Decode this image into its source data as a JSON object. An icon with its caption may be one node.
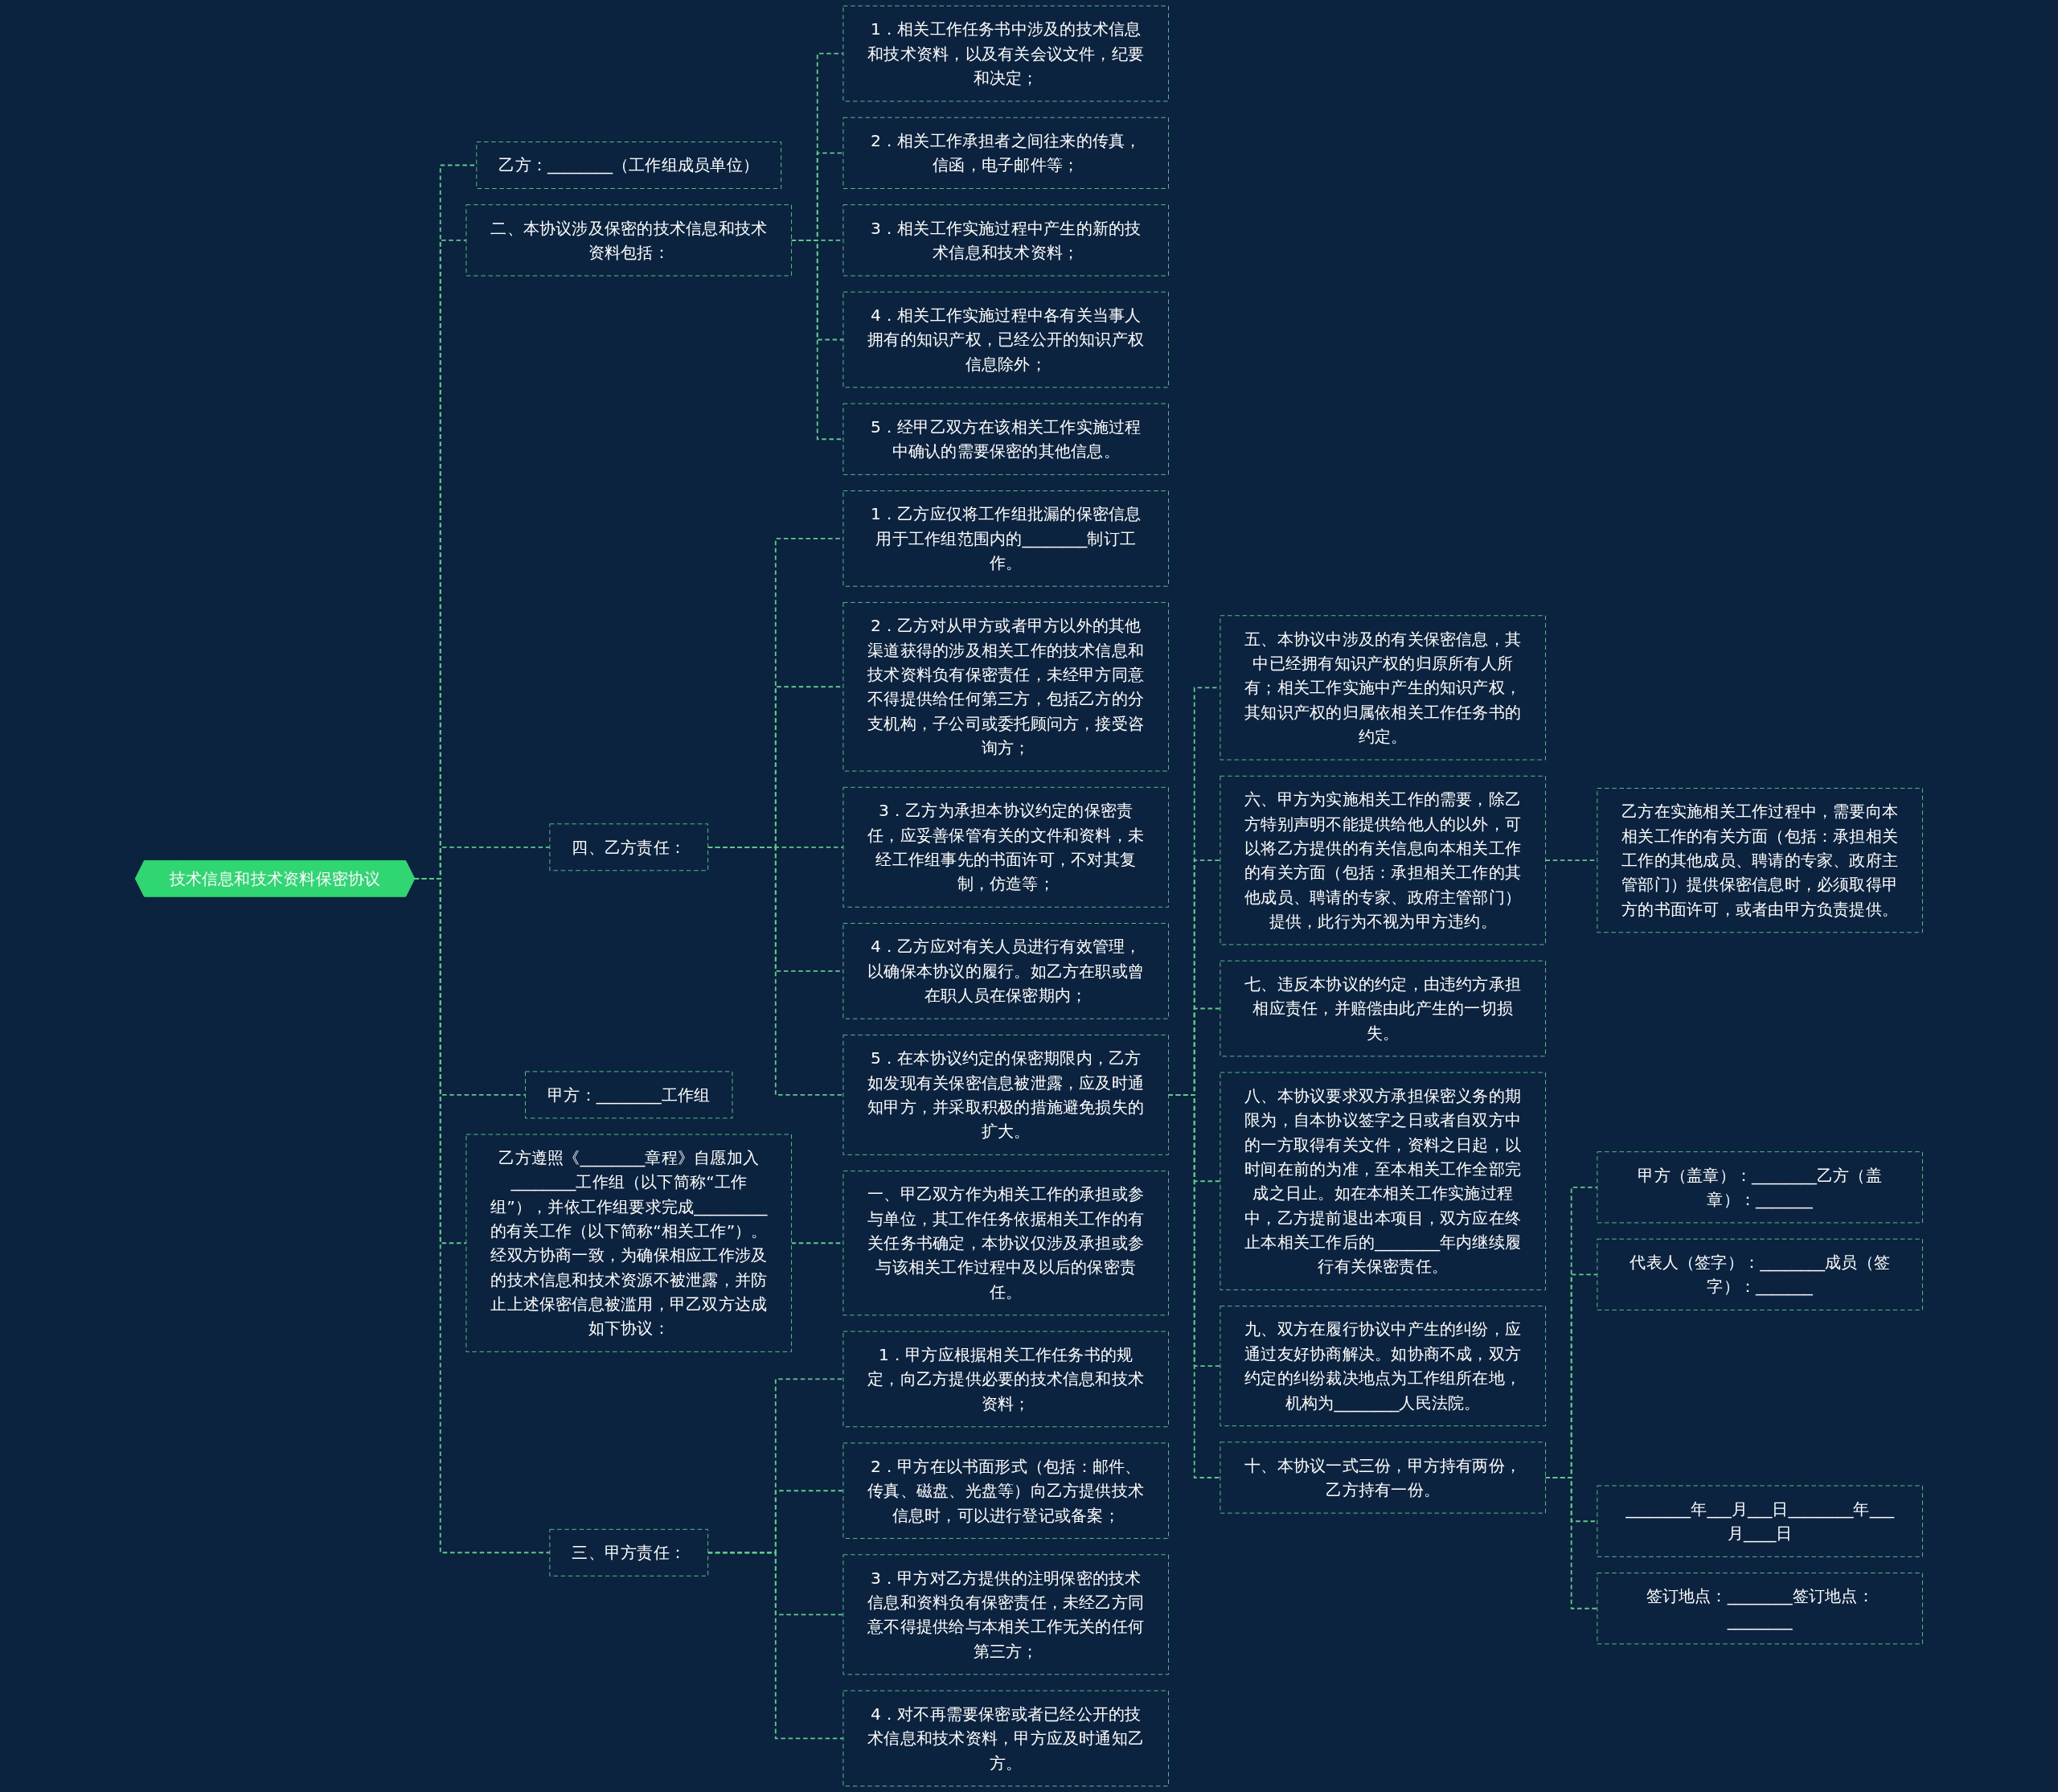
{
  "diagram": {
    "nodes": [
      {
        "text": [
          "技术信息和技术资料保密协议"
        ]
      },
      {
        "text": [
          "乙方：________（工作组成员单位）"
        ]
      },
      {
        "text": [
          "二、本协议涉及保密的技术信息和技术资料包括："
        ]
      },
      {
        "text": [
          "1．相关工作任务书中涉及的技术信息和技术资料，以及有关会议文件，纪要和决定；"
        ]
      },
      {
        "text": [
          "2．相关工作承担者之间往来的传真，信函，电子邮件等；"
        ]
      },
      {
        "text": [
          "3．相关工作实施过程中产生的新的技术信息和技术资料；"
        ]
      },
      {
        "text": [
          "4．相关工作实施过程中各有关当事人拥有的知识产权，已经公开的知识产权信息除外；"
        ]
      },
      {
        "text": [
          "5．经甲乙双方在该相关工作实施过程中确认的需要保密的其他信息。"
        ]
      },
      {
        "text": [
          "四、乙方责任："
        ]
      },
      {
        "text": [
          "1．乙方应仅将工作组批漏的保密信息用于工作组范围内的________制订工作。"
        ]
      },
      {
        "text": [
          "2．乙方对从甲方或者甲方以外的其他渠道获得的涉及相关工作的技术信息和技术资料负有保密责任，未经甲方同意不得提供给任何第三方，包括乙方的分支机构，子公司或委托顾问方，接受咨询方；"
        ]
      },
      {
        "text": [
          "3．乙方为承担本协议约定的保密责任，应妥善保管有关的文件和资料，未经工作组事先的书面许可，不对其复制，仿造等；"
        ]
      },
      {
        "text": [
          "4．乙方应对有关人员进行有效管理，以确保本协议的履行。如乙方在职或曾在职人员在保密期内；"
        ]
      },
      {
        "text": [
          "5．在本协议约定的保密期限内，乙方如发现有关保密信息被泄露，应及时通知甲方，并采取积极的措施避免损失的扩大。"
        ]
      },
      {
        "text": [
          "五、本协议中涉及的有关保密信息，其中已经拥有知识产权的归原所有人所有；相关工作实施中产生的知识产权，其知识产权的归属依相关工作任务书的约定。"
        ]
      },
      {
        "text": [
          "六、甲方为实施相关工作的需要，除乙方特别声明不能提供给他人的以外，可以将乙方提供的有关信息向本相关工作的有关方面（包括：承担相关工作的其他成员、聘请的专家、政府主管部门）提供，此行为不视为甲方违约。"
        ]
      },
      {
        "text": [
          "乙方在实施相关工作过程中，需要向本相关工作的有关方面（包括：承担相关工作的其他成员、聘请的专家、政府主管部门）提供保密信息时，必须取得甲方的书面许可，或者由甲方负责提供。"
        ]
      },
      {
        "text": [
          "七、违反本协议的约定，由违约方承担相应责任，并赔偿由此产生的一切损失。"
        ]
      },
      {
        "text": [
          "八、本协议要求双方承担保密义务的期限为，自本协议签字之日或者自双方中的一方取得有关文件，资料之日起，以时间在前的为准，至本相关工作全部完成之日止。如在本相关工作实施过程中，乙方提前退出本项目，双方应在终止本相关工作后的________年内继续履行有关保密责任。"
        ]
      },
      {
        "text": [
          "九、双方在履行协议中产生的纠纷，应通过友好协商解决。如协商不成，双方约定的纠纷裁决地点为工作组所在地，机构为________人民法院。"
        ]
      },
      {
        "text": [
          "十、本协议一式三份，甲方持有两份，乙方持有一份。"
        ]
      },
      {
        "text": [
          "甲方（盖章）：________乙方（盖章）：_______"
        ]
      },
      {
        "text": [
          "代表人（签字）：________成员（签字）：_______"
        ]
      },
      {
        "text": [
          "________年___月___日________年___月____日"
        ]
      },
      {
        "text": [
          "签订地点：________签订地点：________"
        ]
      },
      {
        "text": [
          "甲方：________工作组"
        ]
      },
      {
        "text": [
          "乙方遵照《________章程》自愿加入________工作组（以下简称“工作组”），并依工作组要求完成_________的有关工作（以下简称“相关工作”）。经双方协商一致，为确保相应工作涉及的技术信息和技术资源不被泄露，并防止上述保密信息被滥用，甲乙双方达成如下协议："
        ]
      },
      {
        "text": [
          "一、甲乙双方作为相关工作的承担或参与单位，其工作任务依据相关工作的有关任务书确定，本协议仅涉及承担或参与该相关工作过程中及以后的保密责任。"
        ]
      },
      {
        "text": [
          "三、甲方责任："
        ]
      },
      {
        "text": [
          "1．甲方应根据相关工作任务书的规定，向乙方提供必要的技术信息和技术资料；"
        ]
      },
      {
        "text": [
          "2．甲方在以书面形式（包括：邮件、传真、磁盘、光盘等）向乙方提供技术信息时，可以进行登记或备案；"
        ]
      },
      {
        "text": [
          "3．甲方对乙方提供的注明保密的技术信息和资料负有保密责任，未经乙方同意不得提供给与本相关工作无关的任何第三方；"
        ]
      },
      {
        "text": [
          "4．对不再需要保密或者已经公开的技术信息和技术资料，甲方应及时通知乙方。"
        ]
      }
    ],
    "edges": [
      {
        "from": 0,
        "to": 1,
        "arrow": "none",
        "style": "dashed"
      },
      {
        "from": 0,
        "to": 2,
        "arrow": "none",
        "style": "dashed"
      },
      {
        "from": 2,
        "to": 3,
        "arrow": "none",
        "style": "dashed"
      },
      {
        "from": 2,
        "to": 4,
        "arrow": "none",
        "style": "dashed"
      },
      {
        "from": 2,
        "to": 5,
        "arrow": "none",
        "style": "dashed"
      },
      {
        "from": 2,
        "to": 6,
        "arrow": "none",
        "style": "dashed"
      },
      {
        "from": 2,
        "to": 7,
        "arrow": "none",
        "style": "dashed"
      },
      {
        "from": 0,
        "to": 8,
        "arrow": "none",
        "style": "dashed"
      },
      {
        "from": 8,
        "to": 9,
        "arrow": "none",
        "style": "dashed"
      },
      {
        "from": 8,
        "to": 10,
        "arrow": "none",
        "style": "dashed"
      },
      {
        "from": 8,
        "to": 11,
        "arrow": "none",
        "style": "dashed"
      },
      {
        "from": 8,
        "to": 12,
        "arrow": "none",
        "style": "dashed"
      },
      {
        "from": 8,
        "to": 13,
        "arrow": "none",
        "style": "dashed"
      },
      {
        "from": 13,
        "to": 14,
        "arrow": "none",
        "style": "dashed"
      },
      {
        "from": 13,
        "to": 15,
        "arrow": "none",
        "style": "dashed"
      },
      {
        "from": 15,
        "to": 16,
        "arrow": "none",
        "style": "dashed"
      },
      {
        "from": 13,
        "to": 17,
        "arrow": "none",
        "style": "dashed"
      },
      {
        "from": 13,
        "to": 18,
        "arrow": "none",
        "style": "dashed"
      },
      {
        "from": 13,
        "to": 19,
        "arrow": "none",
        "style": "dashed"
      },
      {
        "from": 13,
        "to": 20,
        "arrow": "none",
        "style": "dashed"
      },
      {
        "from": 20,
        "to": 21,
        "arrow": "none",
        "style": "dashed"
      },
      {
        "from": 20,
        "to": 22,
        "arrow": "none",
        "style": "dashed"
      },
      {
        "from": 20,
        "to": 23,
        "arrow": "none",
        "style": "dashed"
      },
      {
        "from": 20,
        "to": 24,
        "arrow": "none",
        "style": "dashed"
      },
      {
        "from": 0,
        "to": 25,
        "arrow": "none",
        "style": "dashed"
      },
      {
        "from": 0,
        "to": 26,
        "arrow": "none",
        "style": "dashed"
      },
      {
        "from": 26,
        "to": 27,
        "arrow": "none",
        "style": "dashed"
      },
      {
        "from": 0,
        "to": 28,
        "arrow": "none",
        "style": "dashed"
      },
      {
        "from": 28,
        "to": 29,
        "arrow": "none",
        "style": "dashed"
      },
      {
        "from": 28,
        "to": 30,
        "arrow": "none",
        "style": "dashed"
      },
      {
        "from": 28,
        "to": 31,
        "arrow": "none",
        "style": "dashed"
      },
      {
        "from": 28,
        "to": 32,
        "arrow": "none",
        "style": "dashed"
      }
    ]
  }
}
